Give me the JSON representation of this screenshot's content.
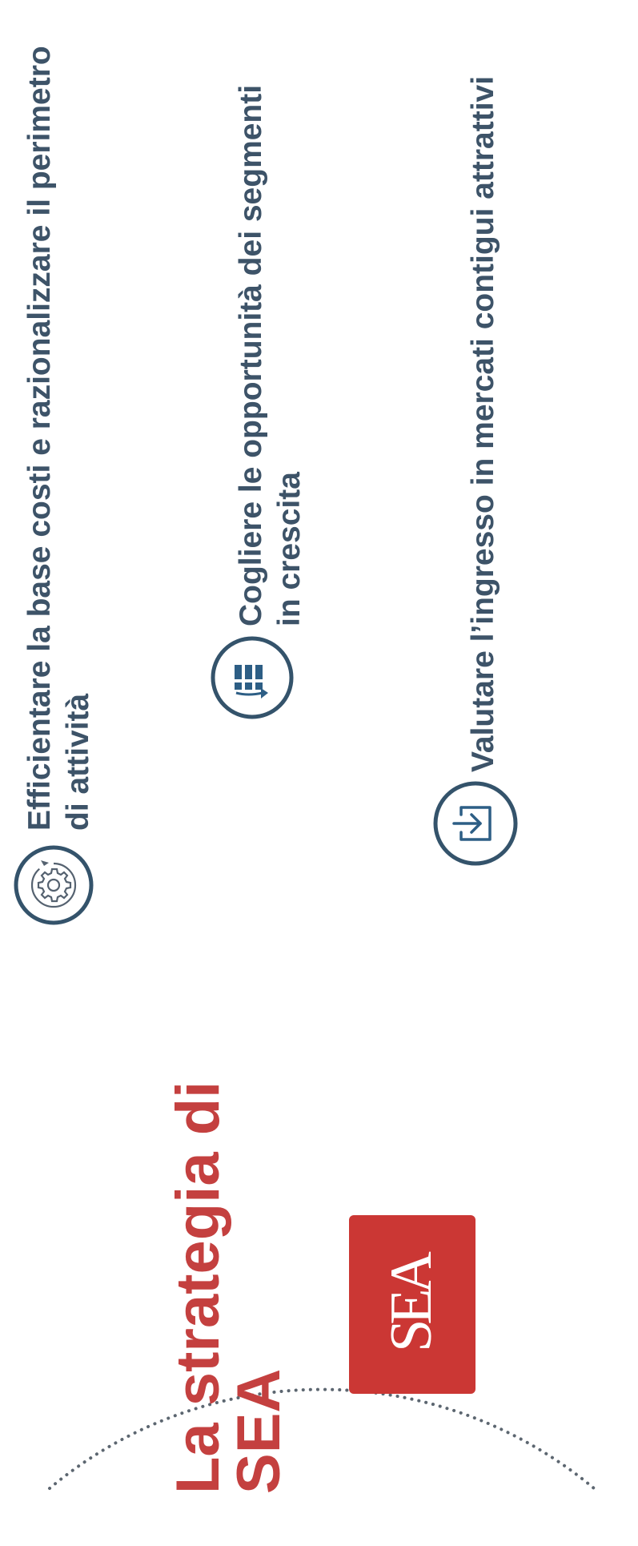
{
  "slide": {
    "title_line1": "La strategia di",
    "title_line2": "SEA",
    "title_color": "#c4403f",
    "text_color": "#3d5368",
    "circle_color": "#34536b",
    "accent_blue": "#2d5e85"
  },
  "logo": {
    "text": "SEA",
    "background_color": "#cb3734"
  },
  "strategies": [
    {
      "icon": "gear-cycle-icon",
      "text": "Efficientare la base costi e razionalizzare il perimetro di attività"
    },
    {
      "icon": "growth-chart-icon",
      "text": "Cogliere le opportunità dei segmenti in crescita"
    },
    {
      "icon": "entry-arrow-icon",
      "text": "Valutare l’ingresso in mercati contigui attrattivi"
    }
  ]
}
